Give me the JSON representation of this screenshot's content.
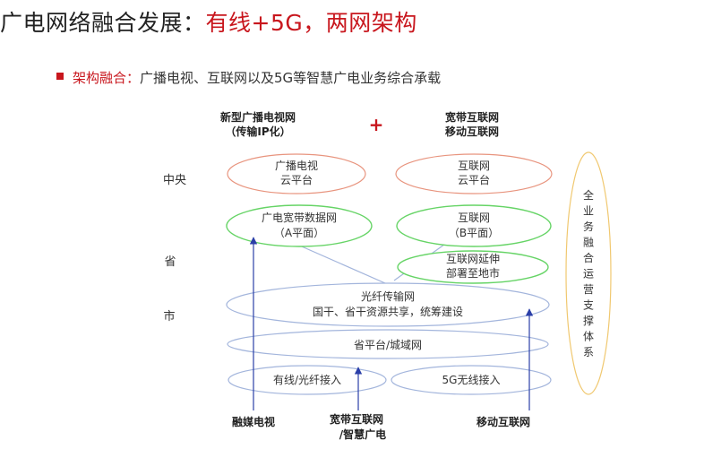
{
  "title": {
    "main": "广电网络融合发展：",
    "highlight": "有线+5G，两网架构"
  },
  "subtitle": {
    "lead": "架构融合：",
    "text": "广播电视、互联网以及5G等智慧广电业务综合承载"
  },
  "columns": {
    "left": [
      "新型广播电视网",
      "（传输IP化）"
    ],
    "plus": "+",
    "right": [
      "宽带互联网",
      "移动互联网"
    ]
  },
  "levels": {
    "central": "中央",
    "province": "省",
    "city": "市"
  },
  "nodes": {
    "broadcast_cloud": [
      "广播电视",
      "云平台"
    ],
    "internet_cloud": [
      "互联网",
      "云平台"
    ],
    "a_plane": [
      "广电宽带数据网",
      "（A平面）"
    ],
    "b_plane": [
      "互联网",
      "（B平面）"
    ],
    "internet_extend": [
      "互联网延伸",
      "部署至地市"
    ],
    "optical": [
      "光纤传输网",
      "国干、省干资源共享，统筹建设"
    ],
    "province_platform": "省平台/城域网",
    "cable_access": "有线/光纤接入",
    "g5_access": "5G无线接入"
  },
  "support_system": "全业务融合运营支撑体系",
  "bottom_labels": {
    "media_tv": "融媒电视",
    "broadband": [
      "宽带互联网",
      "/智慧广电"
    ],
    "mobile": "移动互联网"
  },
  "colors": {
    "red": "#c8161d",
    "salmon": "#e8947e",
    "green": "#66d466",
    "blue_line": "#a3b5dc",
    "arrow": "#2b3fa8",
    "gold": "#f0c870"
  }
}
